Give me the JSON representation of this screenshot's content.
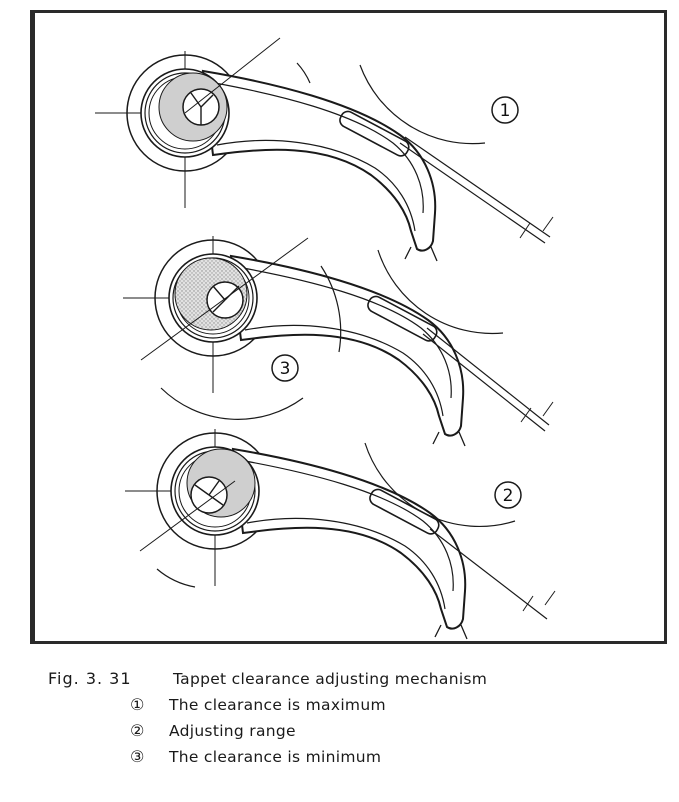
{
  "figure": {
    "number": "Fig. 3. 31",
    "title": "Tappet clearance adjusting mechanism",
    "callouts": [
      {
        "marker": "①",
        "text": "The clearance is maximum"
      },
      {
        "marker": "②",
        "text": "Adjusting range"
      },
      {
        "marker": "③",
        "text": "The clearance is minimum"
      }
    ]
  },
  "diagram": {
    "callout_markers": [
      "1",
      "3",
      "2"
    ]
  },
  "colors": {
    "line": "#1a1a1a",
    "shade": "#cfcfcf",
    "frame": "#2a2a2a"
  }
}
